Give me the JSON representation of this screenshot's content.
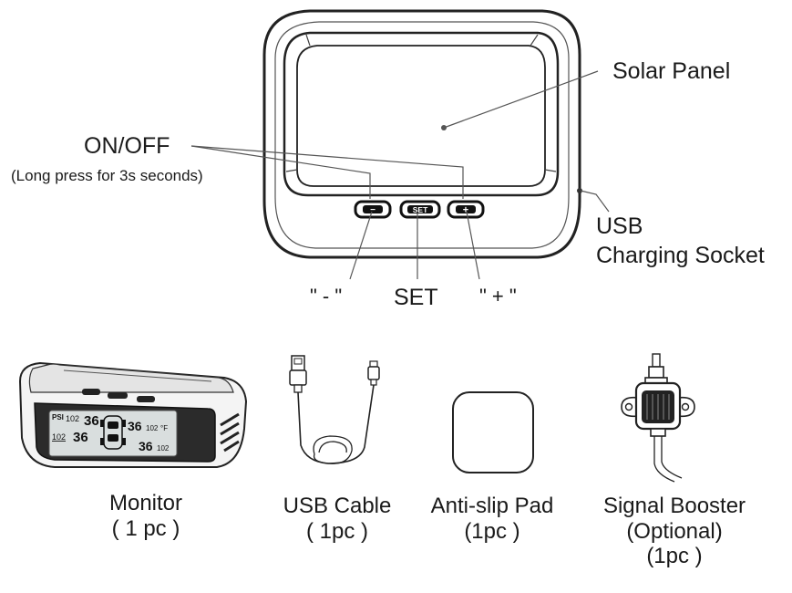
{
  "callouts": {
    "solar_panel": "Solar Panel",
    "on_off": "ON/OFF",
    "on_off_note": "(Long press for 3s seconds)",
    "usb": "USB",
    "charging_socket": "Charging Socket",
    "minus": "\" - \"",
    "set": "SET",
    "plus": "\" + \""
  },
  "device_buttons": {
    "minus": "−",
    "set": "SET",
    "plus": "+"
  },
  "lcd": {
    "unit_psi": "PSI",
    "unit_f": "°F",
    "pressure_values": [
      "36",
      "36",
      "36",
      "36"
    ],
    "temp_values": [
      "102",
      "102",
      "102",
      "102"
    ]
  },
  "accessories": [
    {
      "name": "Monitor",
      "qty": "( 1 pc )",
      "extra": ""
    },
    {
      "name": "USB Cable",
      "qty": "( 1pc )",
      "extra": ""
    },
    {
      "name": "Anti-slip Pad",
      "qty": "(1pc )",
      "extra": ""
    },
    {
      "name": "Signal Booster",
      "qty": "(Optional)",
      "extra": "(1pc )"
    }
  ]
}
